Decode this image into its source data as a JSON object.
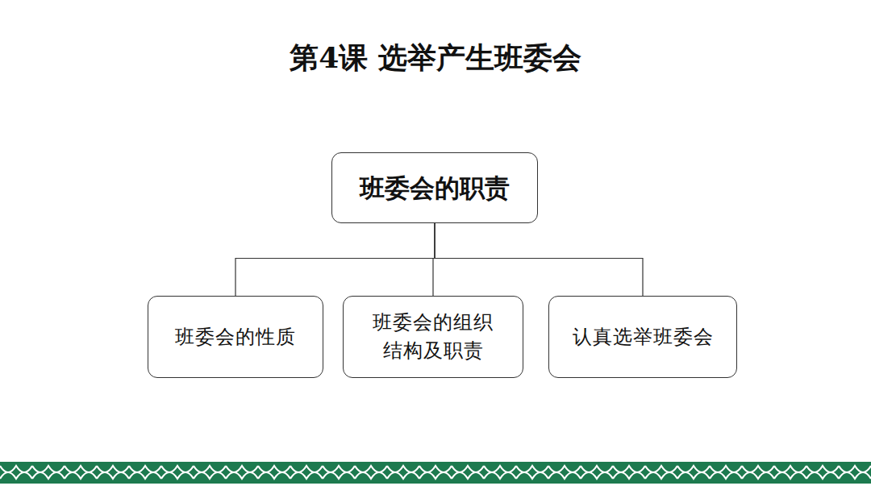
{
  "diagram": {
    "title": "第4课 选举产生班委会",
    "nodes": [
      {
        "text": [
          "班委会的职责"
        ]
      },
      {
        "text": [
          "班委会的性质"
        ]
      },
      {
        "text": [
          "班委会的组织 结构及职责"
        ]
      },
      {
        "text": [
          "认真选举班委会"
        ]
      }
    ],
    "edges": [
      {
        "from": 0,
        "to": 1,
        "arrow": "none"
      },
      {
        "from": 0,
        "to": 2,
        "arrow": "none"
      },
      {
        "from": 0,
        "to": 3,
        "arrow": "none"
      }
    ]
  }
}
